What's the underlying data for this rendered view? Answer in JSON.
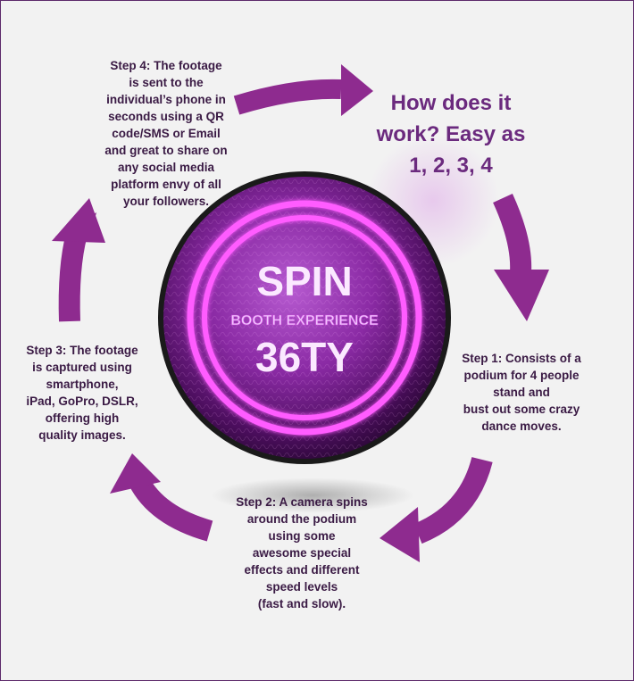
{
  "heading": "How does it\nwork? Easy as\n1, 2, 3, 4",
  "logo": {
    "line1": "SPIN",
    "line2": "BOOTH EXPERIENCE",
    "line3": "36TY"
  },
  "steps": [
    {
      "text": "Step 1:   Consists of a\npodium for 4 people\n            stand and\nbust out some crazy\ndance moves."
    },
    {
      "text": "Step 2:   A camera spins\naround the podium\n           using some\nawesome special\neffects and different\nspeed levels\n(fast and slow)."
    },
    {
      "text": "Step 3:   The footage\nis captured using\nsmartphone,\niPad, GoPro, DSLR,\n          offering high\nquality images."
    },
    {
      "text": "Step 4:   The footage\nis sent to the\nindividual’s phone in\nseconds using a QR\ncode/SMS or Email\nand great to share on\nany social media\nplatform envy of all\nyour followers."
    }
  ],
  "colors": {
    "arrow": "#8e2b8f",
    "heading": "#6b2a7e",
    "step_text": "#3a1a44",
    "neon": "#ff5cff",
    "border": "#5d2a6b"
  }
}
